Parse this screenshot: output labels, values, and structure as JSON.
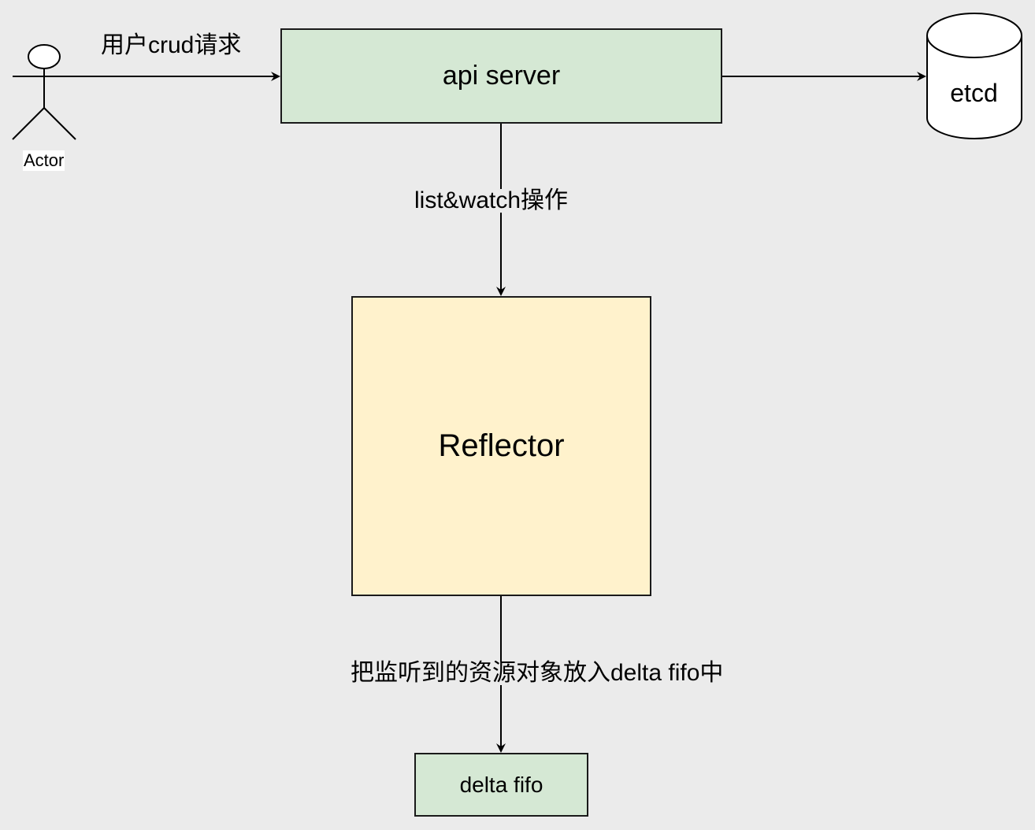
{
  "diagram": {
    "actor": {
      "label": "Actor"
    },
    "nodes": {
      "api_server": {
        "label": "api server",
        "color": "#d5e8d4"
      },
      "reflector": {
        "label": "Reflector",
        "color": "#fff2cc"
      },
      "delta_fifo": {
        "label": "delta fifo",
        "color": "#d5e8d4"
      },
      "etcd": {
        "label": "etcd",
        "shape": "cylinder"
      }
    },
    "edges": {
      "actor_to_api": {
        "label": "用户crud请求"
      },
      "api_to_etcd": {
        "label": ""
      },
      "api_to_reflector": {
        "label": "list&watch操作"
      },
      "reflector_to_fifo": {
        "label": "把监听到的资源对象放入delta fifo中"
      }
    }
  }
}
